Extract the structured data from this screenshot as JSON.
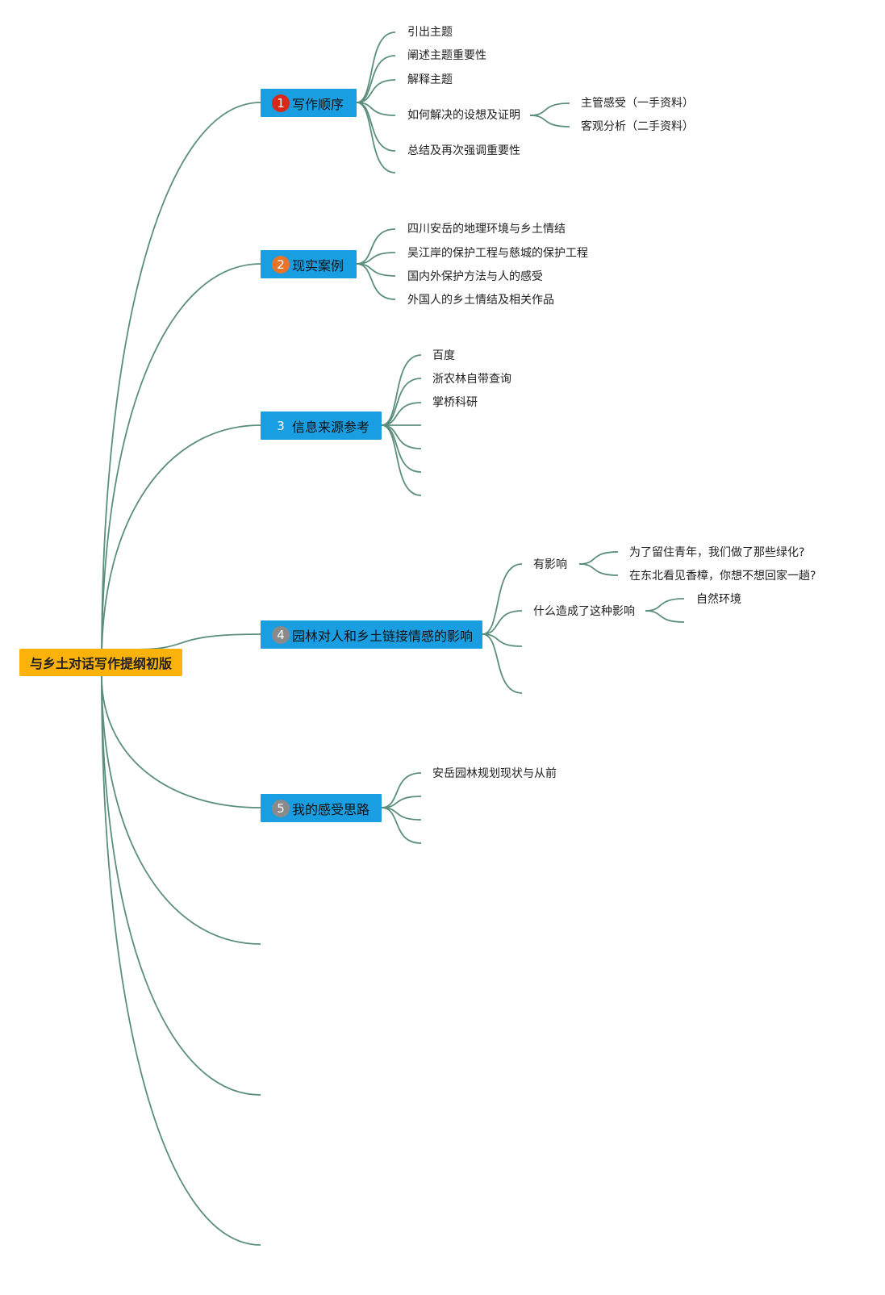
{
  "root": {
    "label": "与乡土对话写作提纲初版",
    "color": "#fbb20a"
  },
  "topics": [
    {
      "badge": "1",
      "badge_color": "#d9291c",
      "label": "写作顺序",
      "children": [
        {
          "label": "引出主题"
        },
        {
          "label": "阐述主题重要性"
        },
        {
          "label": "解释主题"
        },
        {
          "label": "如何解决的设想及证明",
          "children": [
            {
              "label": "主管感受（一手资料）"
            },
            {
              "label": "客观分析（二手资料）"
            }
          ]
        },
        {
          "label": "总结及再次强调重要性"
        },
        {
          "label": ""
        }
      ]
    },
    {
      "badge": "2",
      "badge_color": "#e8742a",
      "label": "现实案例",
      "children": [
        {
          "label": "四川安岳的地理环境与乡土情结"
        },
        {
          "label": "吴江岸的保护工程与慈城的保护工程"
        },
        {
          "label": "国内外保护方法与人的感受"
        },
        {
          "label": "外国人的乡土情结及相关作品"
        }
      ]
    },
    {
      "badge": "3",
      "badge_color": "#1a9ee2",
      "label": "信息来源参考",
      "children": [
        {
          "label": "百度"
        },
        {
          "label": "浙农林自带查询"
        },
        {
          "label": "掌桥科研"
        },
        {
          "label": ""
        },
        {
          "label": ""
        },
        {
          "label": ""
        },
        {
          "label": ""
        }
      ]
    },
    {
      "badge": "4",
      "badge_color": "#8a8a8a",
      "label": "园林对人和乡土链接情感的影响",
      "children": [
        {
          "label": "有影响",
          "children": [
            {
              "label": "为了留住青年，我们做了那些绿化?"
            },
            {
              "label": "在东北看见香樟，你想不想回家一趟?"
            }
          ]
        },
        {
          "label": "什么造成了这种影响",
          "children": [
            {
              "label": "自然环境"
            },
            {
              "label": ""
            }
          ]
        },
        {
          "label": ""
        },
        {
          "label": ""
        }
      ]
    },
    {
      "badge": "5",
      "badge_color": "#8a8a8a",
      "label": "我的感受思路",
      "children": [
        {
          "label": "安岳园林规划现状与从前"
        },
        {
          "label": ""
        },
        {
          "label": ""
        },
        {
          "label": ""
        }
      ]
    },
    {
      "label": ""
    },
    {
      "label": ""
    },
    {
      "label": ""
    }
  ],
  "colors": {
    "topic_fill": "#1a9ee2",
    "connector": "#5b8f7b"
  }
}
